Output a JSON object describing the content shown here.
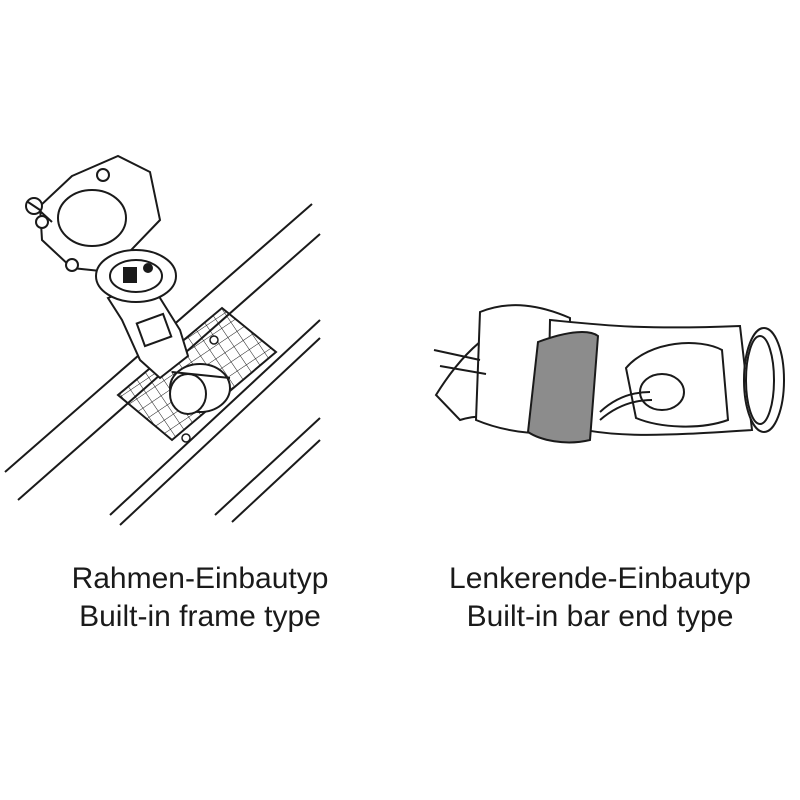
{
  "panels": [
    {
      "caption_de": "Rahmen-Einbautyp",
      "caption_en": "Built-in frame type"
    },
    {
      "caption_de": "Lenkerende-Einbautyp",
      "caption_en": "Built-in bar end type"
    }
  ],
  "colors": {
    "line": "#1a1a1a",
    "tape": "#8c8c8c",
    "background": "#ffffff"
  }
}
